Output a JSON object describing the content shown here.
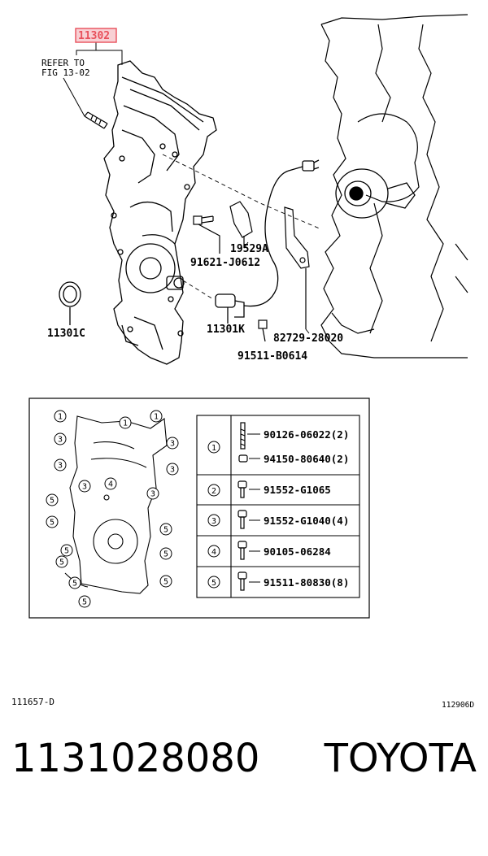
{
  "callouts": {
    "main_part": "11302",
    "refer_line1": "REFER TO",
    "refer_line2": "FIG 13-02",
    "p19529A": "19529A",
    "p91621": "91621-J0612",
    "p11301C": "11301C",
    "p11301K": "11301K",
    "p82729": "82729-28020",
    "p91511": "91511-B0614"
  },
  "legend": {
    "rows": [
      {
        "num": "1",
        "parts": [
          "90126-06022(2)",
          "94150-80640(2)"
        ]
      },
      {
        "num": "2",
        "parts": [
          "91552-G1065"
        ]
      },
      {
        "num": "3",
        "parts": [
          "91552-G1040(4)"
        ]
      },
      {
        "num": "4",
        "parts": [
          "90105-06284"
        ]
      },
      {
        "num": "5",
        "parts": [
          "91511-80830(8)"
        ]
      }
    ],
    "circle_labels": [
      "1",
      "1",
      "3",
      "3",
      "1",
      "3",
      "3",
      "3",
      "3",
      "4",
      "5",
      "5",
      "5",
      "5",
      "5",
      "5",
      "5",
      "5",
      "5"
    ]
  },
  "fig_codes": {
    "left": "111657-D",
    "right": "112906D"
  },
  "footer": {
    "part_number": "1131028080",
    "brand": "TOYOTA"
  },
  "colors": {
    "highlight_box": "#e8505b",
    "highlight_fill": "#f8d0d4"
  }
}
